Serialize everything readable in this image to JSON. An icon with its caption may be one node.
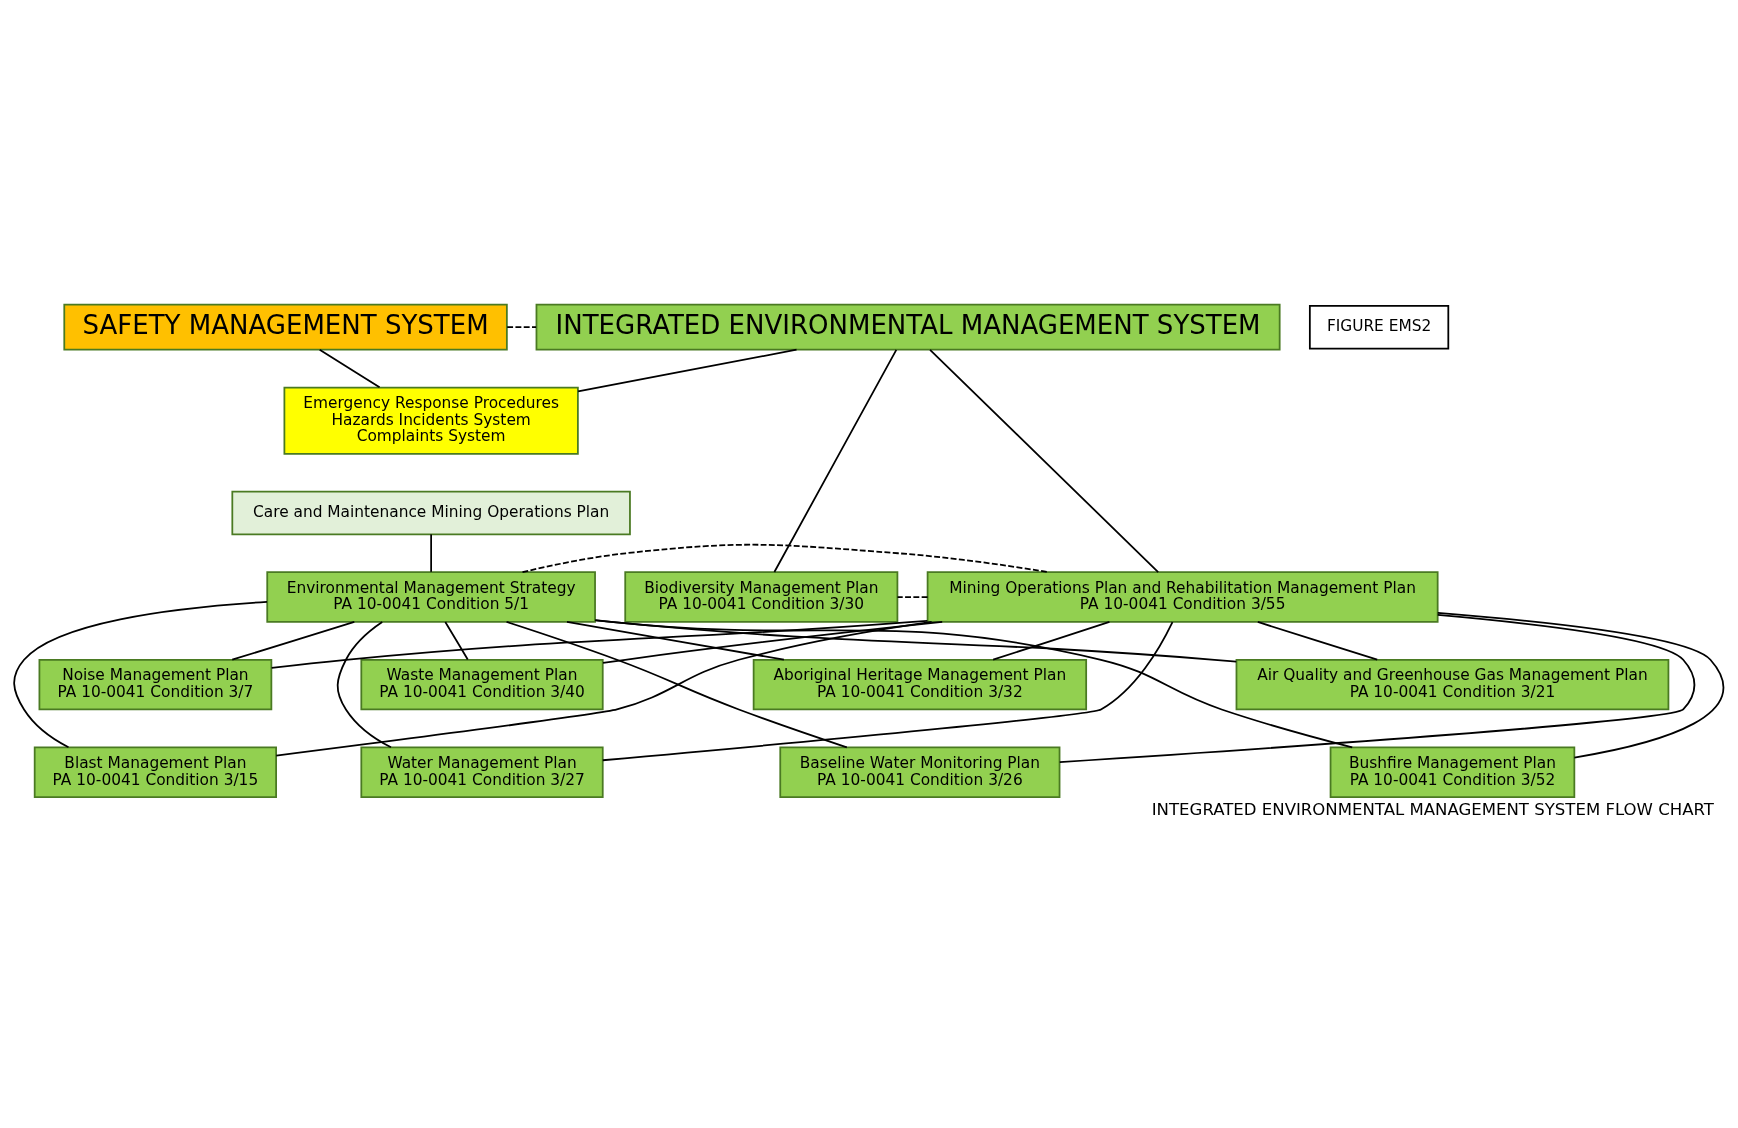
{
  "diagram": {
    "caption": "INTEGRATED ENVIRONMENTAL MANAGEMENT SYSTEM FLOW CHART",
    "nodes": [
      {
        "text": [
          "SAFETY MANAGEMENT SYSTEM"
        ]
      },
      {
        "text": [
          "INTEGRATED ENVIRONMENTAL MANAGEMENT SYSTEM"
        ]
      },
      {
        "text": [
          "Emergency Response Procedures",
          "Hazards Incidents System",
          "Complaints System"
        ]
      },
      {
        "text": [
          "Care and Maintenance Mining Operations Plan"
        ]
      },
      {
        "text": [
          "Environmental Management Strategy",
          "PA 10-0041 Condition 5/1"
        ]
      },
      {
        "text": [
          "Mining Operations Plan and Rehabilitation Management Plan",
          "PA 10-0041 Condition 3/55"
        ]
      },
      {
        "text": [
          "Biodiversity Management Plan",
          "PA 10-0041 Condition 3/30"
        ]
      },
      {
        "text": [
          "Noise Management Plan",
          "PA 10-0041 Condition 3/7"
        ]
      },
      {
        "text": [
          "Air Quality and Greenhouse Gas Management Plan",
          "PA 10-0041 Condition 3/21"
        ]
      },
      {
        "text": [
          "Aboriginal Heritage Management Plan",
          "PA 10-0041 Condition 3/32"
        ]
      },
      {
        "text": [
          "Waste Management Plan",
          "PA 10-0041 Condition 3/40"
        ]
      },
      {
        "text": [
          "Blast Management Plan",
          "PA 10-0041 Condition 3/15"
        ]
      },
      {
        "text": [
          "Bushfire Management Plan",
          "PA 10-0041 Condition 3/52"
        ]
      },
      {
        "text": [
          "Baseline Water Monitoring Plan",
          "PA 10-0041 Condition 3/26"
        ]
      },
      {
        "text": [
          "Water Management Plan",
          "PA 10-0041 Condition 3/27"
        ]
      }
    ],
    "edges": [
      {
        "from": 0,
        "to": 1,
        "arrow": "none",
        "style": "dashed"
      },
      {
        "from": 0,
        "to": 2,
        "arrow": "none"
      },
      {
        "from": 1,
        "to": 2,
        "arrow": "none"
      },
      {
        "from": 1,
        "to": 5,
        "arrow": "none"
      },
      {
        "from": 1,
        "to": 6,
        "arrow": "none"
      },
      {
        "from": 3,
        "to": 4,
        "arrow": "none"
      },
      {
        "from": 4,
        "to": 5,
        "arrow": "none",
        "style": "dashed"
      },
      {
        "from": 5,
        "to": 6,
        "arrow": "none",
        "style": "dashed"
      },
      {
        "from": 4,
        "to": 7,
        "arrow": "none"
      },
      {
        "from": 4,
        "to": 8,
        "arrow": "none"
      },
      {
        "from": 4,
        "to": 9,
        "arrow": "none"
      },
      {
        "from": 4,
        "to": 10,
        "arrow": "none"
      },
      {
        "from": 4,
        "to": 11,
        "arrow": "none"
      },
      {
        "from": 4,
        "to": 12,
        "arrow": "none"
      },
      {
        "from": 4,
        "to": 13,
        "arrow": "none"
      },
      {
        "from": 4,
        "to": 14,
        "arrow": "none"
      },
      {
        "from": 5,
        "to": 7,
        "arrow": "none"
      },
      {
        "from": 5,
        "to": 8,
        "arrow": "none"
      },
      {
        "from": 5,
        "to": 9,
        "arrow": "none"
      },
      {
        "from": 5,
        "to": 10,
        "arrow": "none"
      },
      {
        "from": 5,
        "to": 11,
        "arrow": "none"
      },
      {
        "from": 5,
        "to": 12,
        "arrow": "none"
      },
      {
        "from": 5,
        "to": 13,
        "arrow": "none"
      },
      {
        "from": 5,
        "to": 14,
        "arrow": "none"
      }
    ],
    "labels": [
      "FIGURE EMS2"
    ]
  }
}
